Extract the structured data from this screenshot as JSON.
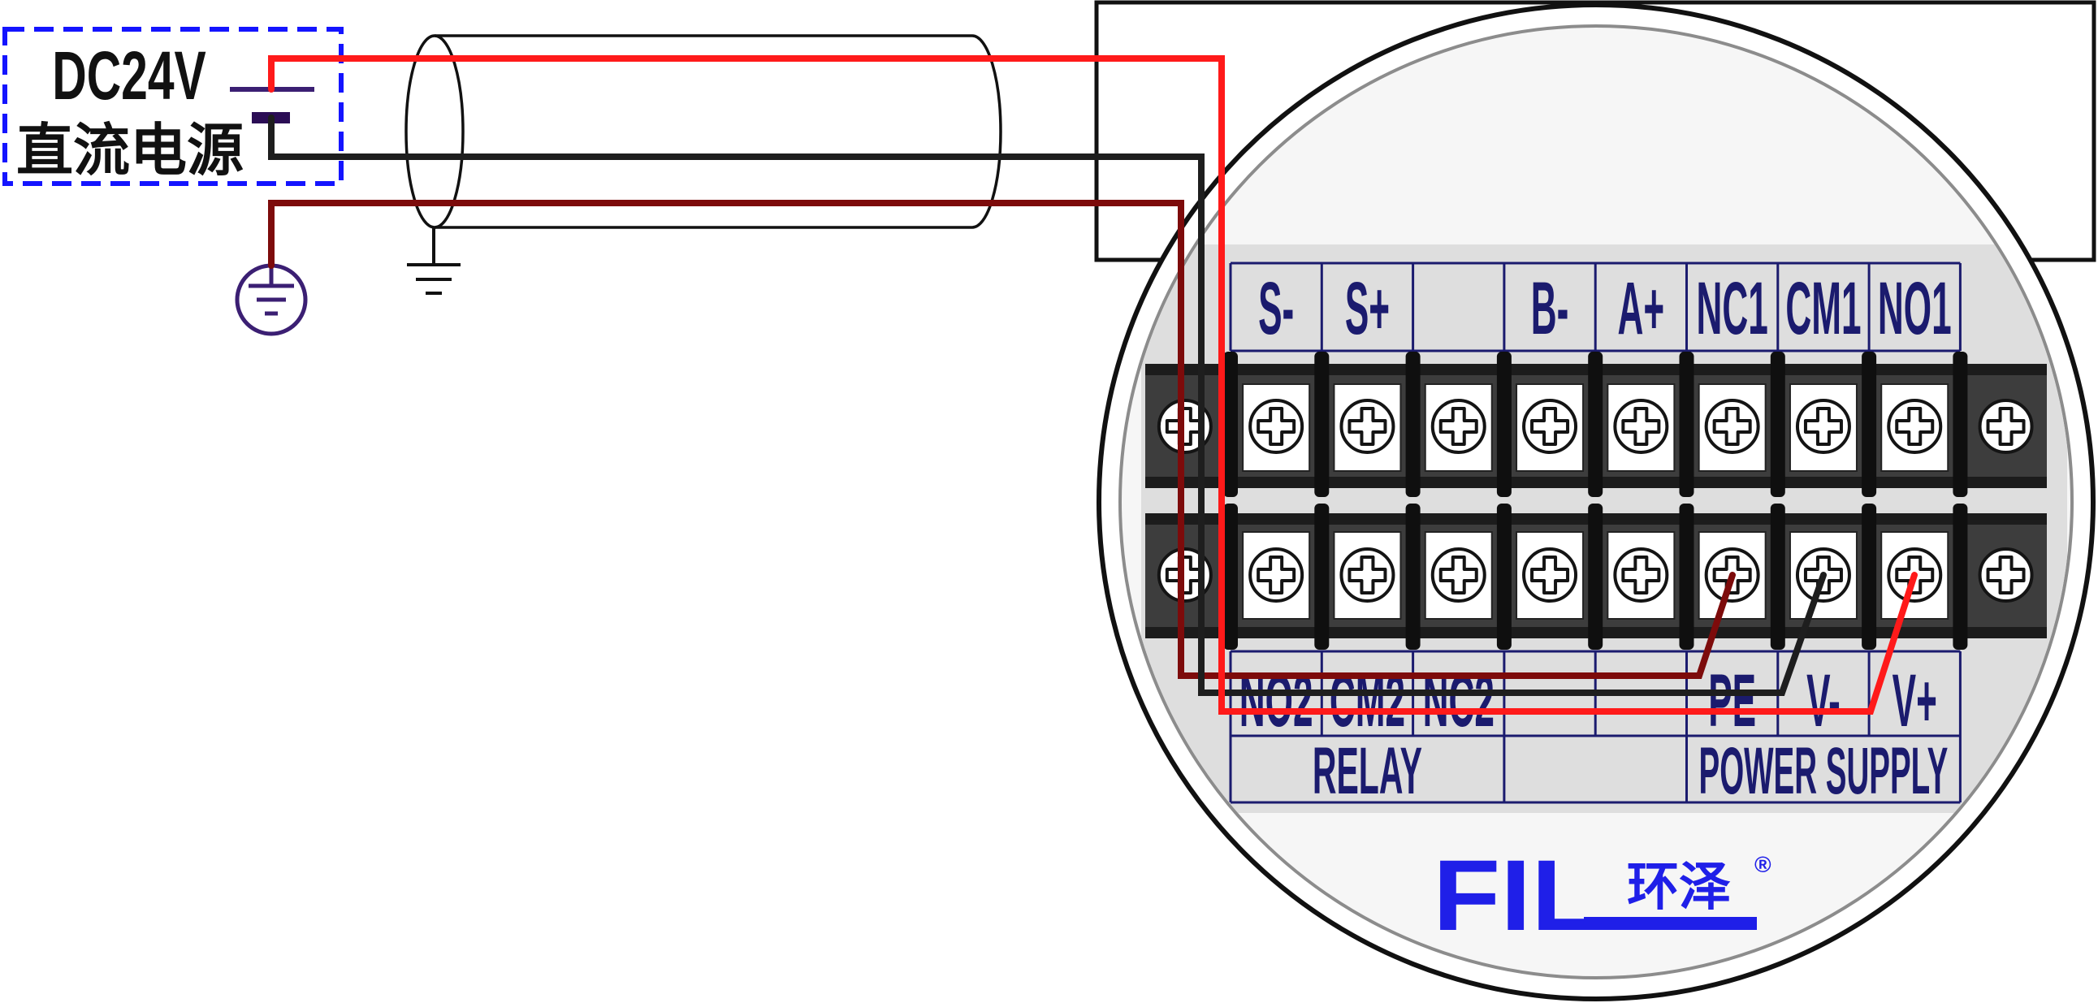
{
  "power_source": {
    "voltage_label": "DC24V",
    "type_label": "直流电源",
    "border_color": "#1414ff"
  },
  "wires": {
    "positive_color": "#ff1a1a",
    "negative_color": "#1e1e1e",
    "earth_color": "#7d0b0b"
  },
  "terminal_block": {
    "top_labels": [
      "S-",
      "S+",
      "",
      "B-",
      "A+",
      "NC1",
      "CM1",
      "NO1"
    ],
    "bottom_labels": [
      "NO2",
      "CM2",
      "NC2",
      "",
      "",
      "PE",
      "V-",
      "V+"
    ],
    "group_labels": [
      "RELAY",
      "",
      "POWER SUPPLY"
    ],
    "label_color": "#1b1b6e"
  },
  "logo": {
    "mark": "FIL",
    "name": "环泽",
    "registered": "®",
    "color": "#1f1fe8"
  },
  "icons": {
    "battery": "battery-icon",
    "earth": "ground-icon",
    "cable_shield_earth": "shield-ground-icon",
    "screw": "screw-icon"
  }
}
